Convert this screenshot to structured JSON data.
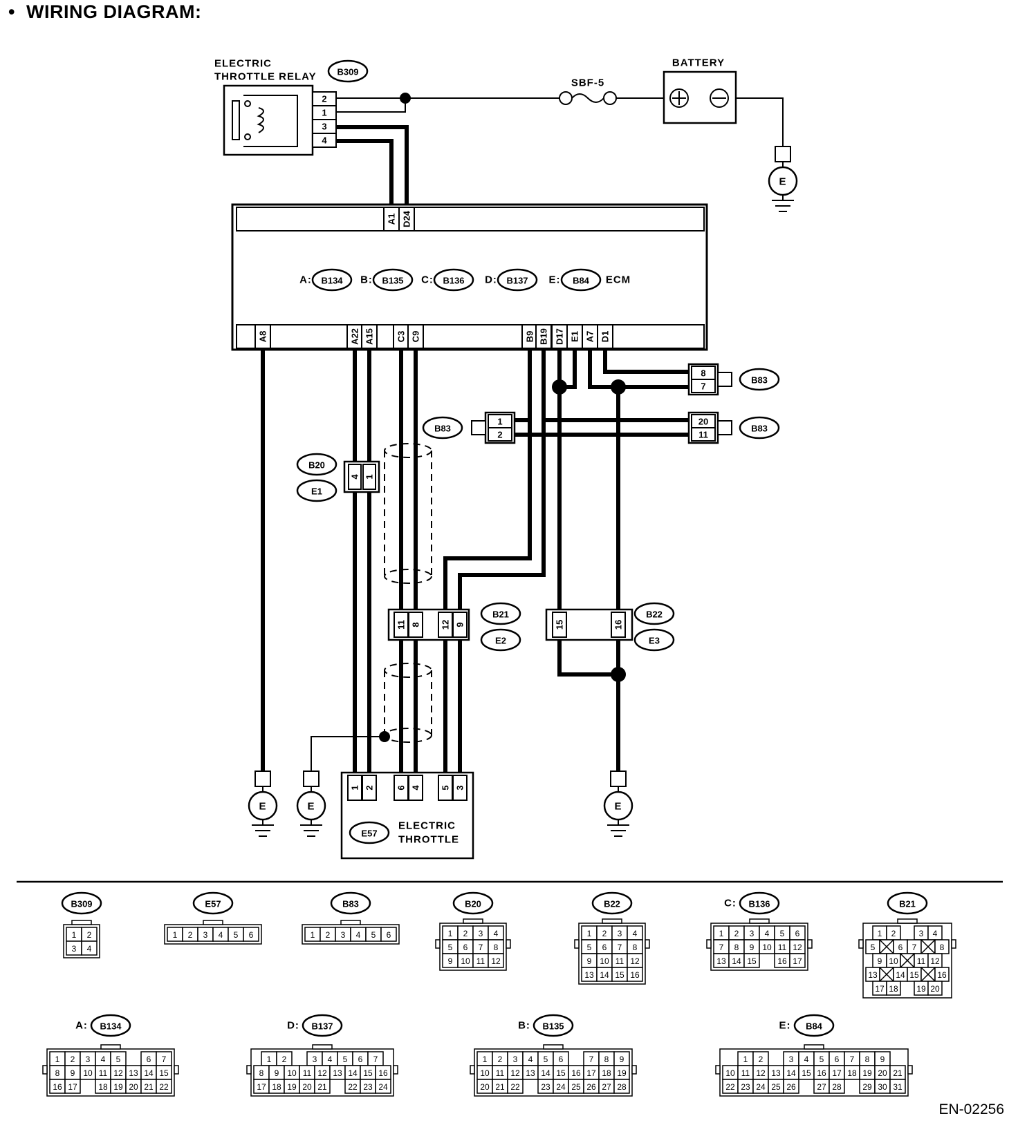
{
  "header": {
    "bullet": "•",
    "title": "WIRING DIAGRAM:"
  },
  "footer": {
    "doc_id": "EN-02256"
  },
  "relay": {
    "label_line1": "ELECTRIC",
    "label_line2": "THROTTLE RELAY",
    "connector": "B309",
    "pins": [
      "2",
      "1",
      "3",
      "4"
    ]
  },
  "fuse": {
    "label": "SBF-5"
  },
  "battery": {
    "label": "BATTERY"
  },
  "ground_symbol": "E",
  "ecm": {
    "label": "ECM",
    "connectors": [
      {
        "prefix": "A:",
        "id": "B134"
      },
      {
        "prefix": "B:",
        "id": "B135"
      },
      {
        "prefix": "C:",
        "id": "B136"
      },
      {
        "prefix": "D:",
        "id": "B137"
      },
      {
        "prefix": "E:",
        "id": "B84"
      }
    ],
    "top_pins": [
      "A1",
      "D24"
    ],
    "bottom_pins": [
      "A8",
      "A22",
      "A15",
      "C3",
      "C9",
      "B9",
      "B19",
      "D17",
      "E1",
      "A7",
      "D1"
    ]
  },
  "b83": {
    "id": "B83",
    "pins_a": [
      "8",
      "7"
    ],
    "pins_b": [
      "20",
      "11"
    ],
    "pins_c": [
      "1",
      "2"
    ]
  },
  "b20": {
    "id": "B20",
    "alt": "E1",
    "pins": [
      "4",
      "1"
    ]
  },
  "b21": {
    "id": "B21",
    "alt": "E2",
    "pins": [
      "11",
      "8",
      "12",
      "9"
    ]
  },
  "b22": {
    "id": "B22",
    "alt": "E3",
    "pins": [
      "15",
      "16"
    ]
  },
  "throttle": {
    "connector": "E57",
    "label_line1": "ELECTRIC",
    "label_line2": "THROTTLE",
    "pins": [
      "1",
      "2",
      "6",
      "4",
      "5",
      "3"
    ]
  },
  "connector_views": {
    "b309": {
      "id": "B309",
      "rows": [
        [
          "1",
          "2"
        ],
        [
          "3",
          "4"
        ]
      ]
    },
    "e57": {
      "id": "E57",
      "rows": [
        [
          "1",
          "2",
          "3",
          "4",
          "5",
          "6"
        ]
      ]
    },
    "b83": {
      "id": "B83",
      "rows": [
        [
          "1",
          "2",
          "3",
          "4",
          "5",
          "6"
        ]
      ]
    },
    "b20": {
      "id": "B20",
      "rows": [
        [
          "1",
          "2",
          "3",
          "4"
        ],
        [
          "5",
          "6",
          "7",
          "8"
        ],
        [
          "9",
          "10",
          "11",
          "12"
        ]
      ]
    },
    "b22": {
      "id": "B22",
      "rows": [
        [
          "1",
          "2",
          "3",
          "4"
        ],
        [
          "5",
          "6",
          "7",
          "8"
        ],
        [
          "9",
          "10",
          "11",
          "12"
        ],
        [
          "13",
          "14",
          "15",
          "16"
        ]
      ]
    },
    "b136": {
      "prefix": "C:",
      "id": "B136",
      "rows": [
        [
          "1",
          "2",
          "3",
          "4",
          "5",
          "6"
        ],
        [
          "7",
          "8",
          "9",
          "10",
          "11",
          "12"
        ],
        [
          "13",
          "14",
          "15",
          "",
          "16",
          "17"
        ]
      ]
    },
    "b21": {
      "id": "B21",
      "rows": [
        [
          "1",
          "2",
          "",
          "3",
          "4"
        ],
        [
          "5",
          "X",
          "6",
          "7",
          "X",
          "8"
        ],
        [
          "9",
          "10",
          "X",
          "11",
          "12"
        ],
        [
          "13",
          "X",
          "14",
          "15",
          "X",
          "16"
        ],
        [
          "17",
          "18",
          "",
          "19",
          "20"
        ]
      ]
    },
    "b134": {
      "prefix": "A:",
      "id": "B134",
      "rows": [
        [
          "1",
          "2",
          "3",
          "4",
          "5",
          "",
          "6",
          "7"
        ],
        [
          "8",
          "9",
          "10",
          "11",
          "12",
          "13",
          "14",
          "15"
        ],
        [
          "16",
          "17",
          "",
          "18",
          "19",
          "20",
          "21",
          "22"
        ]
      ]
    },
    "b137": {
      "prefix": "D:",
      "id": "B137",
      "rows": [
        [
          "1",
          "2",
          "",
          "3",
          "4",
          "5",
          "6",
          "7"
        ],
        [
          "8",
          "9",
          "10",
          "11",
          "12",
          "13",
          "14",
          "15",
          "16"
        ],
        [
          "17",
          "18",
          "19",
          "20",
          "21",
          "",
          "22",
          "23",
          "24"
        ]
      ]
    },
    "b135": {
      "prefix": "B:",
      "id": "B135",
      "rows": [
        [
          "1",
          "2",
          "3",
          "4",
          "5",
          "6",
          "",
          "7",
          "8",
          "9"
        ],
        [
          "10",
          "11",
          "12",
          "13",
          "14",
          "15",
          "16",
          "17",
          "18",
          "19"
        ],
        [
          "20",
          "21",
          "22",
          "",
          "23",
          "24",
          "25",
          "26",
          "27",
          "28"
        ]
      ]
    },
    "b84": {
      "prefix": "E:",
      "id": "B84",
      "rows": [
        [
          "1",
          "2",
          "",
          "3",
          "4",
          "5",
          "6",
          "7",
          "8",
          "9"
        ],
        [
          "10",
          "11",
          "12",
          "13",
          "14",
          "15",
          "16",
          "17",
          "18",
          "19",
          "20",
          "21"
        ],
        [
          "22",
          "23",
          "24",
          "25",
          "26",
          "",
          "27",
          "28",
          "",
          "29",
          "30",
          "31"
        ]
      ]
    }
  }
}
